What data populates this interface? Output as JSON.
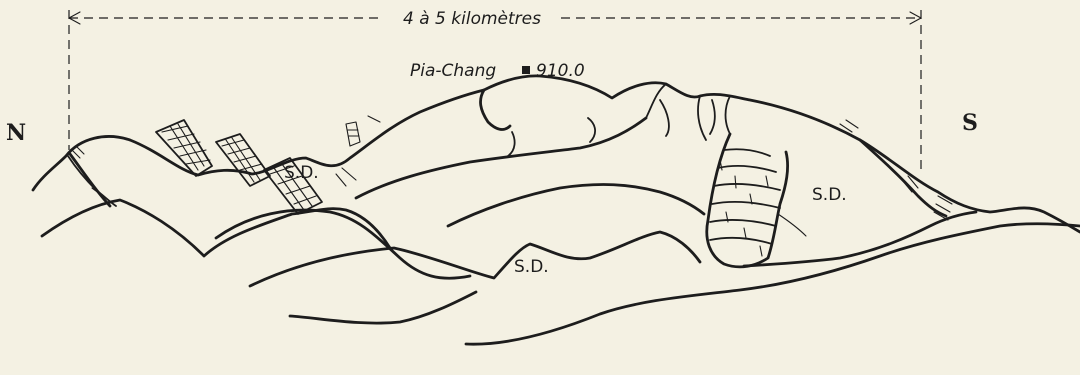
{
  "figure": {
    "distance_label": "4 à 5 kilomètres",
    "place_name": "Pia-Chang",
    "altitude": "910.0",
    "north": "N",
    "south": "S",
    "sd_label": "S.D."
  },
  "colors": {
    "paper": "#f4f1e3",
    "ink": "#1d1d1d"
  }
}
